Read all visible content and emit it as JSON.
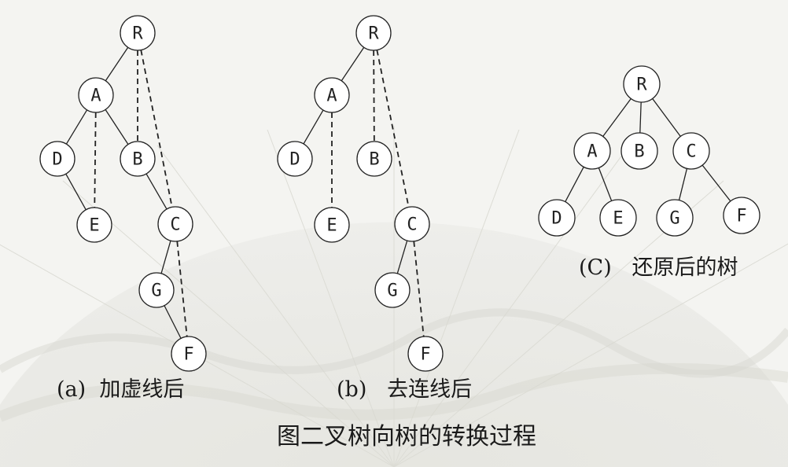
{
  "title": "图二叉树向树的转换过程",
  "panels": [
    {
      "id": "a",
      "caption": "(a)  加虚线后",
      "nodes": [
        "R",
        "A",
        "D",
        "B",
        "E",
        "C",
        "G",
        "F"
      ],
      "edges": [
        [
          "R",
          "A"
        ],
        [
          "A",
          "D"
        ],
        [
          "A",
          "B"
        ],
        [
          "D",
          "E"
        ],
        [
          "B",
          "C"
        ],
        [
          "C",
          "G"
        ],
        [
          "G",
          "F"
        ]
      ],
      "dashed_edges": [
        [
          "A",
          "E"
        ],
        [
          "R",
          "B"
        ],
        [
          "R",
          "C"
        ],
        [
          "C",
          "F"
        ]
      ]
    },
    {
      "id": "b",
      "caption": "(b)   去连线后",
      "nodes": [
        "R",
        "A",
        "D",
        "B",
        "E",
        "C",
        "G",
        "F"
      ],
      "edges": [
        [
          "R",
          "A"
        ],
        [
          "A",
          "D"
        ],
        [
          "C",
          "G"
        ]
      ],
      "dashed_edges": [
        [
          "A",
          "E"
        ],
        [
          "R",
          "B"
        ],
        [
          "R",
          "C"
        ],
        [
          "C",
          "F"
        ]
      ]
    },
    {
      "id": "c",
      "caption": "(C)   还原后的树",
      "nodes": [
        "R",
        "A",
        "B",
        "C",
        "D",
        "E",
        "G",
        "F"
      ],
      "edges": [
        [
          "R",
          "A"
        ],
        [
          "R",
          "B"
        ],
        [
          "R",
          "C"
        ],
        [
          "A",
          "D"
        ],
        [
          "A",
          "E"
        ],
        [
          "C",
          "G"
        ],
        [
          "C",
          "F"
        ]
      ],
      "dashed_edges": []
    }
  ]
}
